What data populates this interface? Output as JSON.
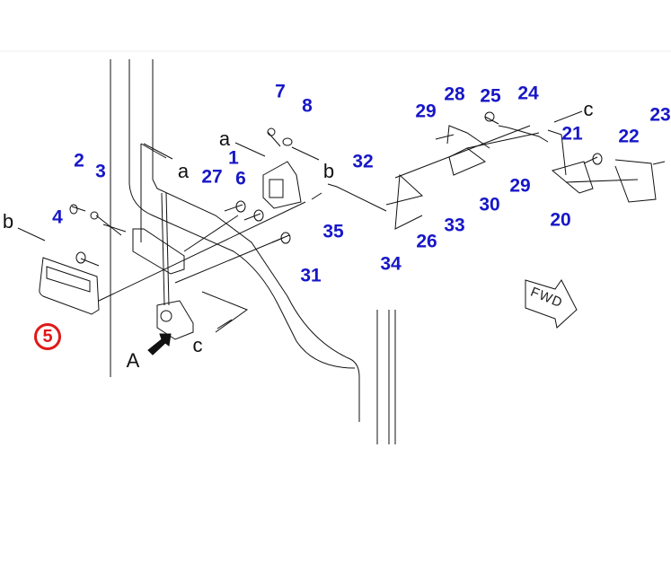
{
  "diagram": {
    "highlighted_part": "5",
    "part_labels": [
      "1",
      "2",
      "3",
      "4",
      "6",
      "7",
      "8",
      "20",
      "21",
      "22",
      "23",
      "24",
      "25",
      "26",
      "27",
      "28",
      "29",
      "29",
      "30",
      "31",
      "32",
      "33",
      "34",
      "35"
    ],
    "reference_letters": [
      "a",
      "a",
      "b",
      "b",
      "c",
      "c",
      "A"
    ],
    "direction_marker": "FWD",
    "colors": {
      "label": "#1717c8",
      "highlight": "#e01818",
      "line": "#111111"
    }
  }
}
